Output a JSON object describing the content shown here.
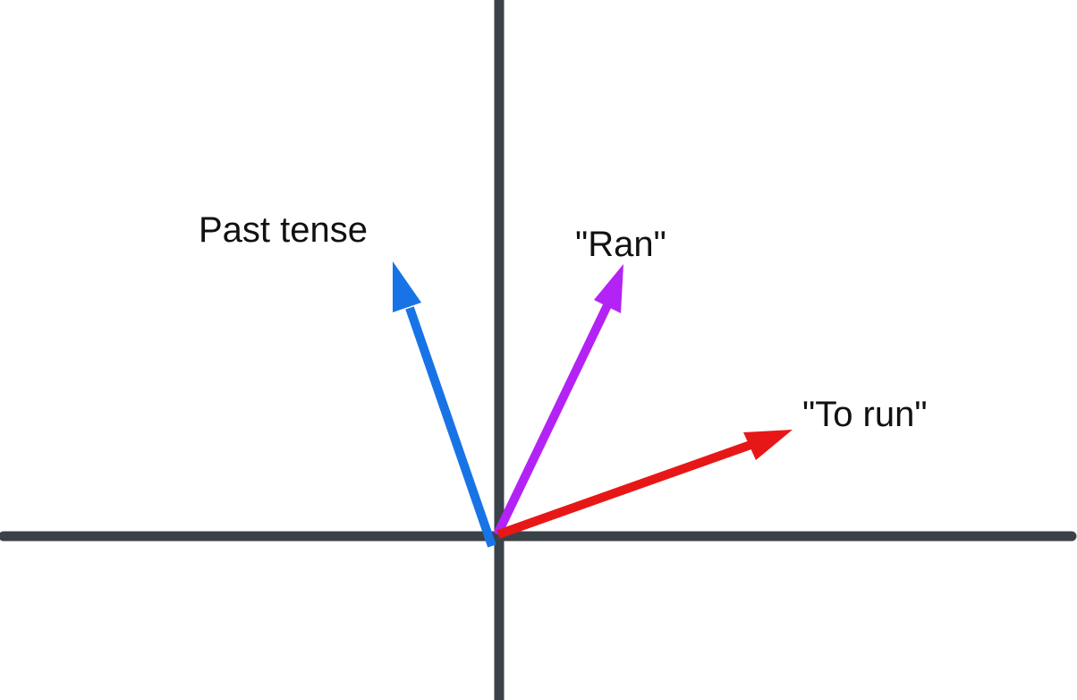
{
  "diagram": {
    "axes": {
      "color": "#3b4149"
    },
    "vectors": [
      {
        "id": "past-tense",
        "label": "Past tense",
        "color": "#1874e6"
      },
      {
        "id": "ran",
        "label": "\"Ran\"",
        "color": "#b423f5"
      },
      {
        "id": "to-run",
        "label": "\"To run\"",
        "color": "#e81717"
      }
    ]
  }
}
